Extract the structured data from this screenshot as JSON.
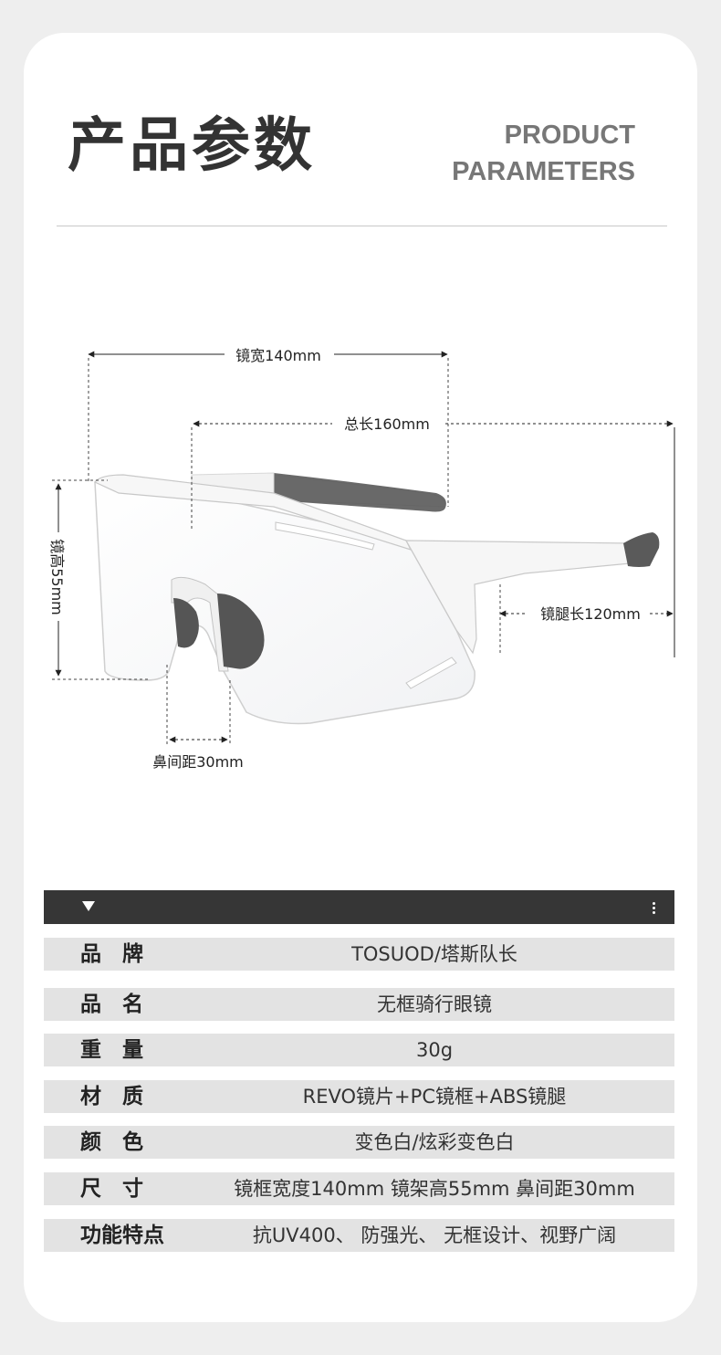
{
  "header": {
    "title_cn": "产品参数",
    "title_en_line1": "PRODUCT",
    "title_en_line2": "PARAMETERS"
  },
  "dimensions": {
    "lens_width": "镜宽140mm",
    "total_length": "总长160mm",
    "lens_height": "镜高55mm",
    "temple_length": "镜腿长120mm",
    "nose_distance": "鼻间距30mm"
  },
  "specs": {
    "rows": [
      {
        "label": "品　牌",
        "value": "TOSUOD/塔斯队长"
      },
      {
        "label": "品　名",
        "value": "无框骑行眼镜"
      },
      {
        "label": "重　量",
        "value": "30g"
      },
      {
        "label": "材　质",
        "value": "REVO镜片+PC镜框+ABS镜腿"
      },
      {
        "label": "颜　色",
        "value": "变色白/炫彩变色白"
      },
      {
        "label": "尺　寸",
        "value": "镜框宽度140mm 镜架高55mm 鼻间距30mm"
      },
      {
        "label": "功能特点",
        "value": "抗UV400、 防强光、 无框设计、视野广阔"
      }
    ]
  },
  "icons": {
    "collapse": "triangle-down-icon",
    "more": "vertical-dots-icon"
  },
  "colors": {
    "header_bar": "#363636",
    "row_bg": "#e3e3e3",
    "title": "#333333",
    "temple_tip": "#555555"
  }
}
